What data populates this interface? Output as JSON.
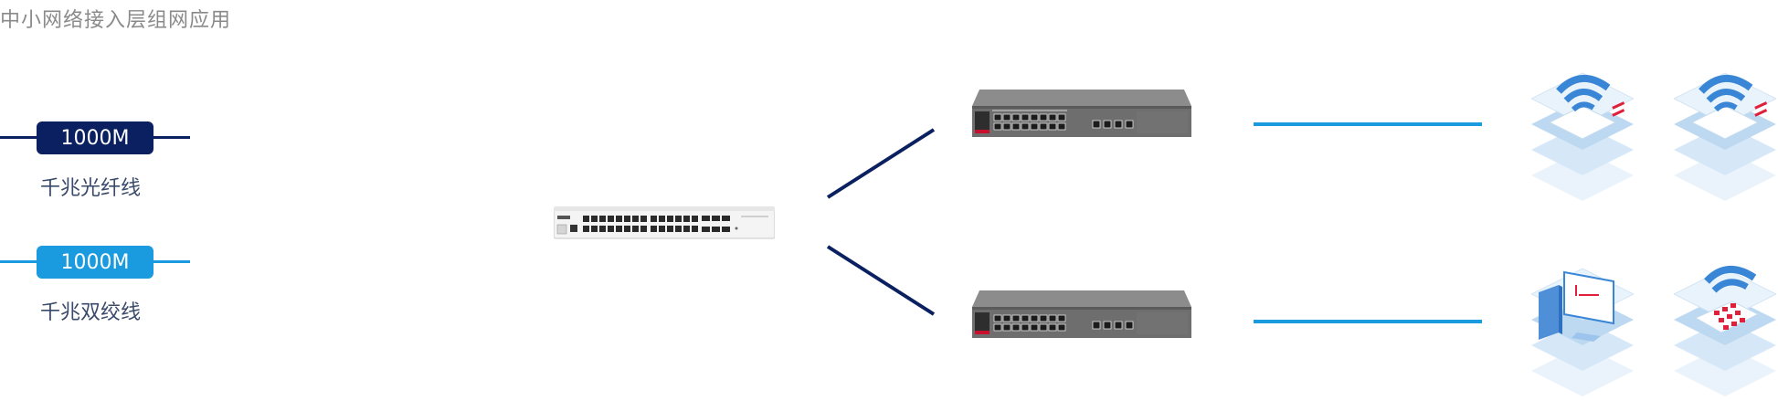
{
  "page": {
    "title": "中小网络接入层组网应用"
  },
  "legend": [
    {
      "label": "1000M",
      "caption": "千兆光纤线",
      "color": "#0b2060"
    },
    {
      "label": "1000M",
      "caption": "千兆双绞线",
      "color": "#1a9be0"
    }
  ],
  "diagram": {
    "core_switch_icon": "white-core-switch",
    "access_switch_icon": "gray-access-switch",
    "endpoints": [
      {
        "icon": "wireless-router-icon"
      },
      {
        "icon": "wireless-router-icon"
      },
      {
        "icon": "desktop-computer-icon"
      },
      {
        "icon": "wireless-phone-icon"
      }
    ]
  }
}
